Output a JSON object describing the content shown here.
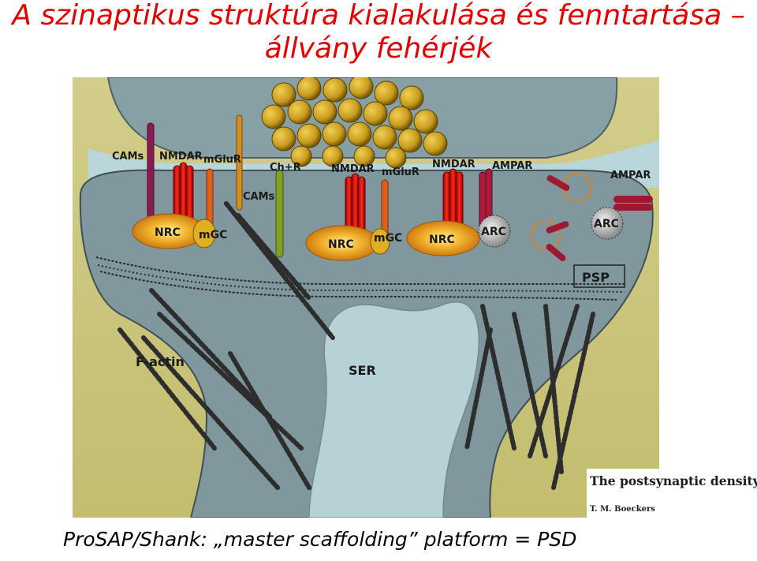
{
  "slide": {
    "title_line1": "A szinaptikus struktúra kialakulása és fenntartása –",
    "title_line2": "állvány fehérjék",
    "caption": "ProSAP/Shank: „master scaffolding” platform = PSD"
  },
  "figure": {
    "labels": {
      "cams_left": "CAMs",
      "nmdar_1": "NMDAR",
      "mglur_1": "mGluR",
      "chr": "Ch+R",
      "cams_mid": "CAMs",
      "nmdar_2": "NMDAR",
      "mglur_2": "mGluR",
      "nmdar_3": "NMDAR",
      "ampar_1": "AMPAR",
      "ampar_2": "AMPAR",
      "nrc_1": "NRC",
      "mgc_1": "mGC",
      "nrc_2": "NRC",
      "mgc_2": "mGC",
      "nrc_3": "NRC",
      "arc_1": "ARC",
      "arc_2": "ARC",
      "psp": "PSP",
      "factin": "F-actin",
      "ser": "SER"
    },
    "source_title": "The postsynaptic density",
    "source_author": "T. M. Boeckers"
  },
  "colors": {
    "title": "#e60000",
    "background_olive": "#c8c27a",
    "spine": "#7f969c",
    "cleft": "#b8d7dc",
    "vesicle": "#c8a020",
    "nrc": "#e69a1e",
    "nmdar": "#e01010"
  }
}
